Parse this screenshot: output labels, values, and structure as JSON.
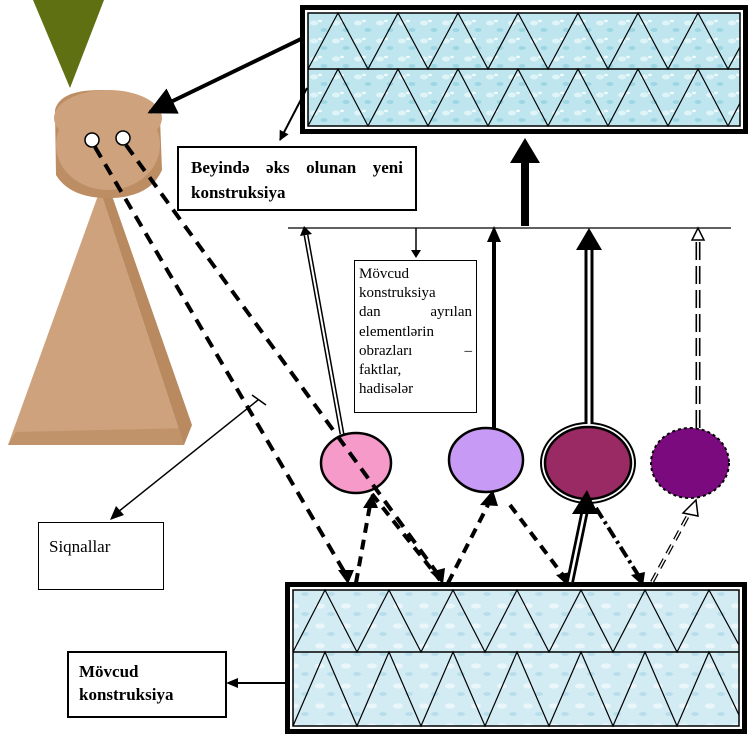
{
  "labels": {
    "new_construction": [
      "Beyində əks olunan yeni",
      "konstruksiya"
    ],
    "facts": [
      "Mövcud",
      "konstruksiya",
      "dan ayrılan",
      "elementlərin",
      "obrazları –",
      "faktlar,",
      "hadisələr"
    ],
    "signals": "Siqnallar",
    "existing_construction": [
      "Mövcud",
      "konstruksiya"
    ]
  },
  "colors": {
    "ellipse_pink": "#f59ac9",
    "ellipse_lavender": "#c79bf5",
    "ellipse_maroon": "#9a2a63",
    "ellipse_purple": "#7b0a7f",
    "head_tan": "#cda27c",
    "cone_green": "#5f7012",
    "water_blue": "#bfe6ef"
  }
}
